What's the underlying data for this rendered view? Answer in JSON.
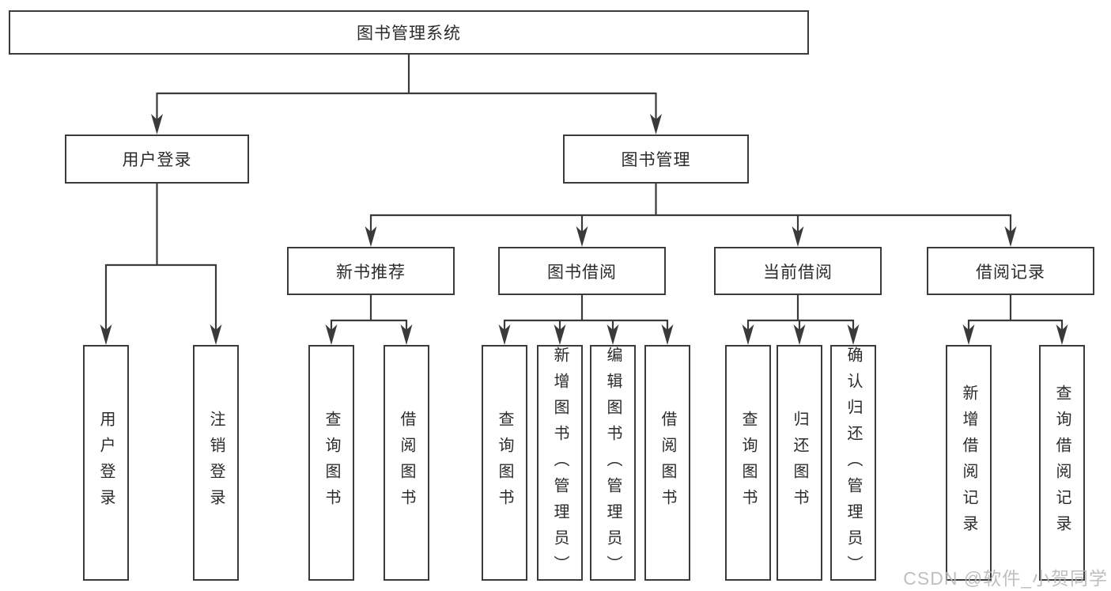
{
  "diagram": {
    "root_label": "图书管理系统",
    "user_login_branch": {
      "label": "用户登录",
      "children": [
        "用户登录",
        "注销登录"
      ]
    },
    "book_mgmt_branch": {
      "label": "图书管理",
      "sections": [
        {
          "label": "新书推荐",
          "children": [
            "查询图书",
            "借阅图书"
          ]
        },
        {
          "label": "图书借阅",
          "children": [
            "查询图书",
            "新增图书（管理员）",
            "编辑图书（管理员）",
            "借阅图书"
          ]
        },
        {
          "label": "当前借阅",
          "children": [
            "查询图书",
            "归还图书",
            "确认归还（管理员）"
          ]
        },
        {
          "label": "借阅记录",
          "children": [
            "新增借阅记录",
            "查询借阅记录"
          ]
        }
      ]
    }
  },
  "watermark": {
    "text": "CSDN @软件_小贺同学",
    "color": "#b5b5b5"
  },
  "colors": {
    "line": "#3a3a3a",
    "border": "#3b3b3b",
    "text": "#2b2b2b",
    "background": "#ffffff"
  }
}
